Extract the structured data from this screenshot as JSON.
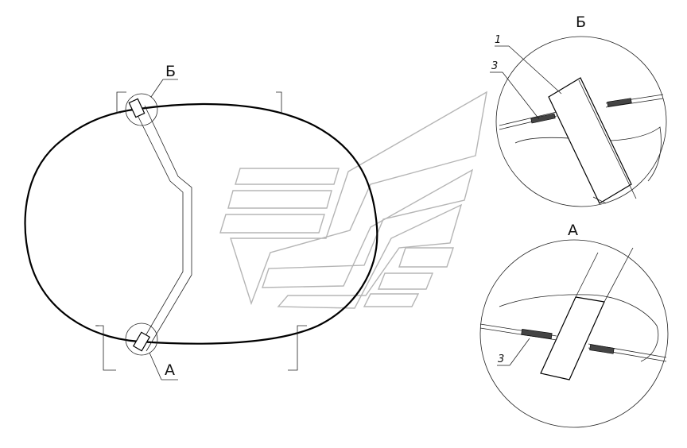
{
  "labels": {
    "detail_b": "Б",
    "detail_a": "А",
    "callout_b": "Б",
    "callout_a": "А",
    "part_1": "1",
    "part_3_upper": "3",
    "part_3_lower": "3"
  }
}
